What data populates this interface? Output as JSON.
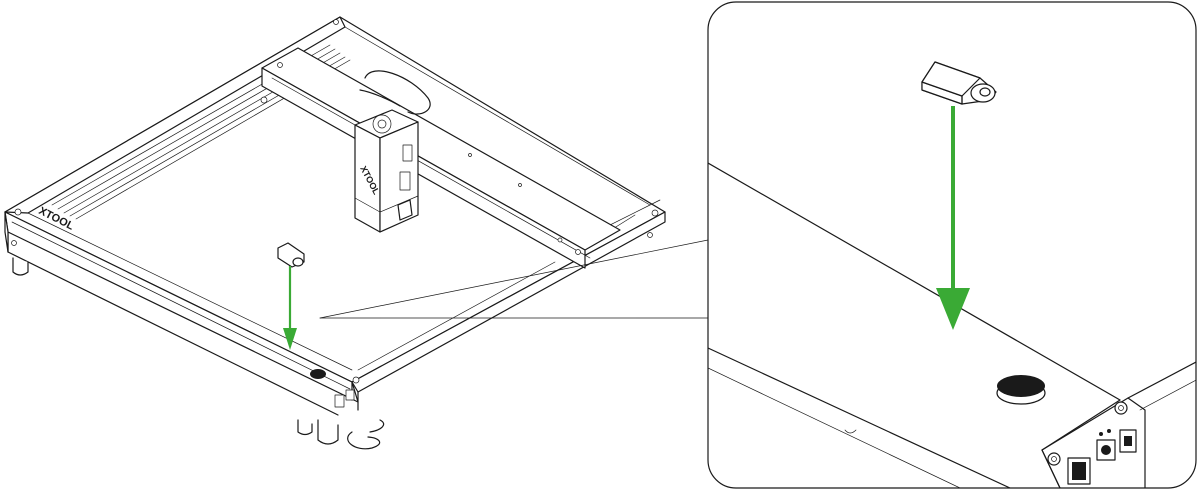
{
  "illustration": {
    "brand_text": "XTOOL",
    "arrow_color": "#3aaa35",
    "line_color": "#1a1a1a",
    "background": "#ffffff",
    "callout_border": "#1a1a1a",
    "icons": [
      "laser-engraver-machine",
      "laser-module",
      "magnetic-riser-part",
      "down-arrow",
      "round-button",
      "power-switch",
      "usb-port"
    ]
  }
}
